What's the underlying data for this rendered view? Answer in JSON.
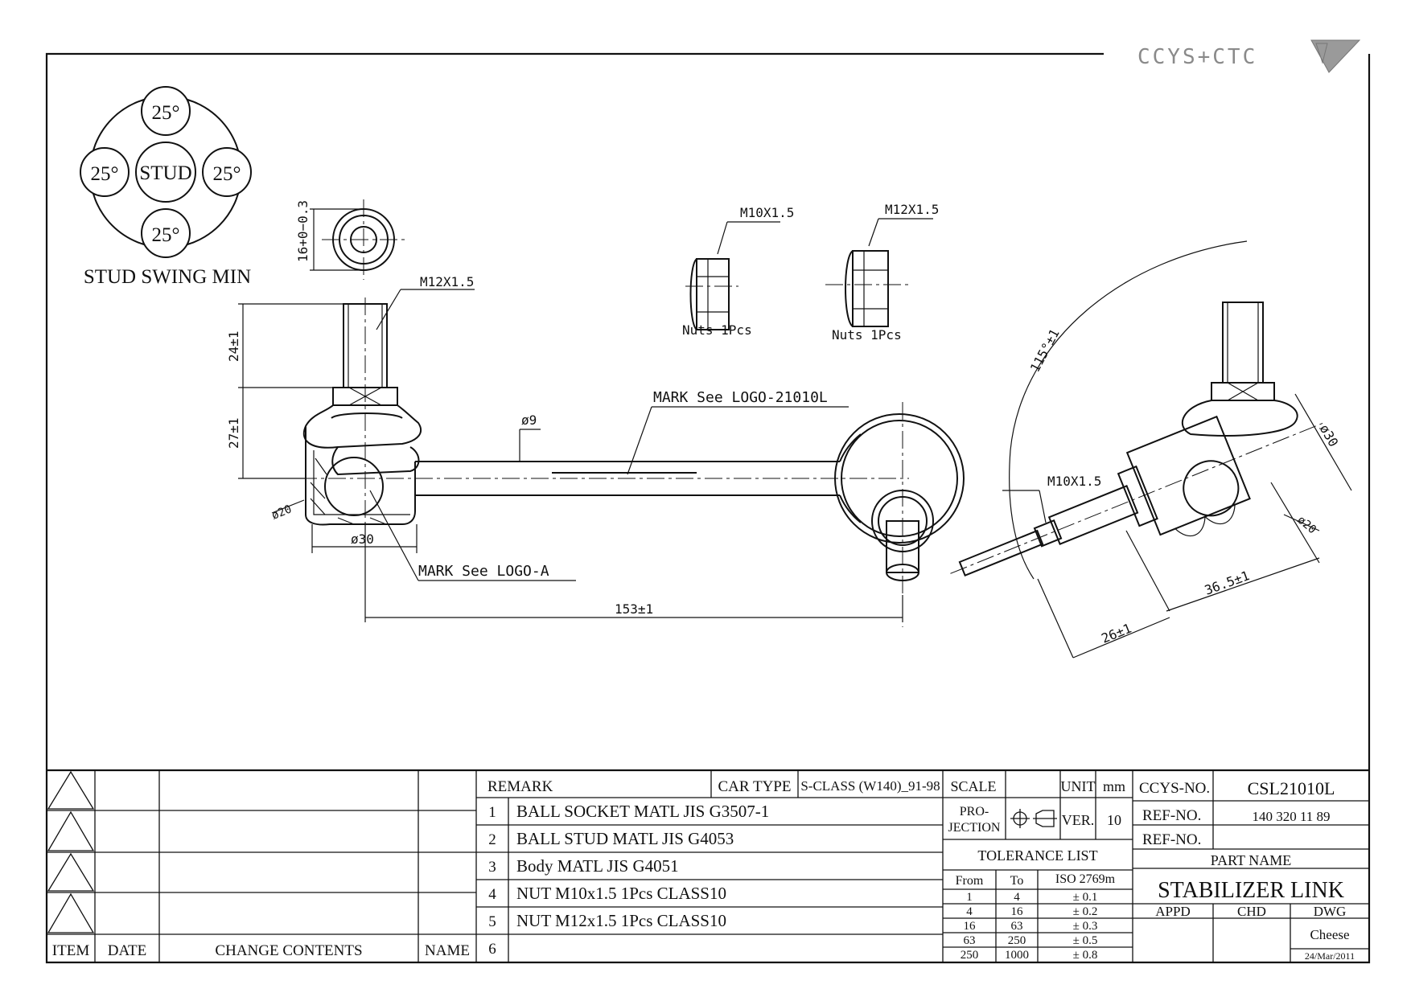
{
  "logo": {
    "text": "CCYS+CTC"
  },
  "drawing": {
    "stud_swing": {
      "center": "STUD",
      "angles": [
        "25°",
        "25°",
        "25°",
        "25°"
      ],
      "caption": "STUD SWING MIN"
    },
    "dims": {
      "hex_width": "16+0−0.3",
      "thread_main": "M12X1.5",
      "d24": "24±1",
      "d27": "27±1",
      "d20": "ø20",
      "d30": "ø30",
      "d9": "ø9",
      "d153": "153±1",
      "mark1": "MARK See LOGO-21010L",
      "mark2": "MARK See LOGO-A"
    },
    "nuts": [
      {
        "thread": "M10X1.5",
        "label": "Nuts 1Pcs"
      },
      {
        "thread": "M12X1.5",
        "label": "Nuts 1Pcs"
      }
    ],
    "side": {
      "angle": "115°±1",
      "thread": "M10X1.5",
      "d30": "ø30",
      "d20": "ø20",
      "d365": "36.5±1",
      "d26": "26±1"
    }
  },
  "title_block": {
    "revision_headers": [
      "ITEM",
      "DATE",
      "CHANGE CONTENTS",
      "NAME"
    ],
    "remark_label": "REMARK",
    "car_type_label": "CAR TYPE",
    "car_type": "S-CLASS (W140)_91-98",
    "bom": [
      {
        "no": "1",
        "text": "BALL SOCKET MATL JIS G3507-1"
      },
      {
        "no": "2",
        "text": "BALL STUD MATL JIS G4053"
      },
      {
        "no": "3",
        "text": "Body MATL JIS G4051"
      },
      {
        "no": "4",
        "text": "NUT M10x1.5 1Pcs CLASS10"
      },
      {
        "no": "5",
        "text": "NUT M12x1.5 1Pcs CLASS10"
      },
      {
        "no": "6",
        "text": ""
      }
    ],
    "scale_label": "SCALE",
    "unit_label": "UNIT",
    "unit": "mm",
    "projection_label_1": "PRO-",
    "projection_label_2": "JECTION",
    "ver_label": "VER.",
    "ver": "10",
    "tolerance": {
      "title": "TOLERANCE LIST",
      "headers": [
        "From",
        "To",
        "ISO 2769m"
      ],
      "rows": [
        [
          "1",
          "4",
          "± 0.1"
        ],
        [
          "4",
          "16",
          "± 0.2"
        ],
        [
          "16",
          "63",
          "± 0.3"
        ],
        [
          "63",
          "250",
          "± 0.5"
        ],
        [
          "250",
          "1000",
          "± 0.8"
        ]
      ]
    },
    "ccys_no_label": "CCYS-NO.",
    "ccys_no": "CSL21010L",
    "ref_no_label": "REF-NO.",
    "ref_no": "140 320 11 89",
    "ref_no2_label": "REF-NO.",
    "part_name_label": "PART NAME",
    "part_name": "STABILIZER LINK",
    "sign_headers": [
      "APPD",
      "CHD",
      "DWG"
    ],
    "drawn_by": "Cheese",
    "date": "24/Mar/2011"
  }
}
